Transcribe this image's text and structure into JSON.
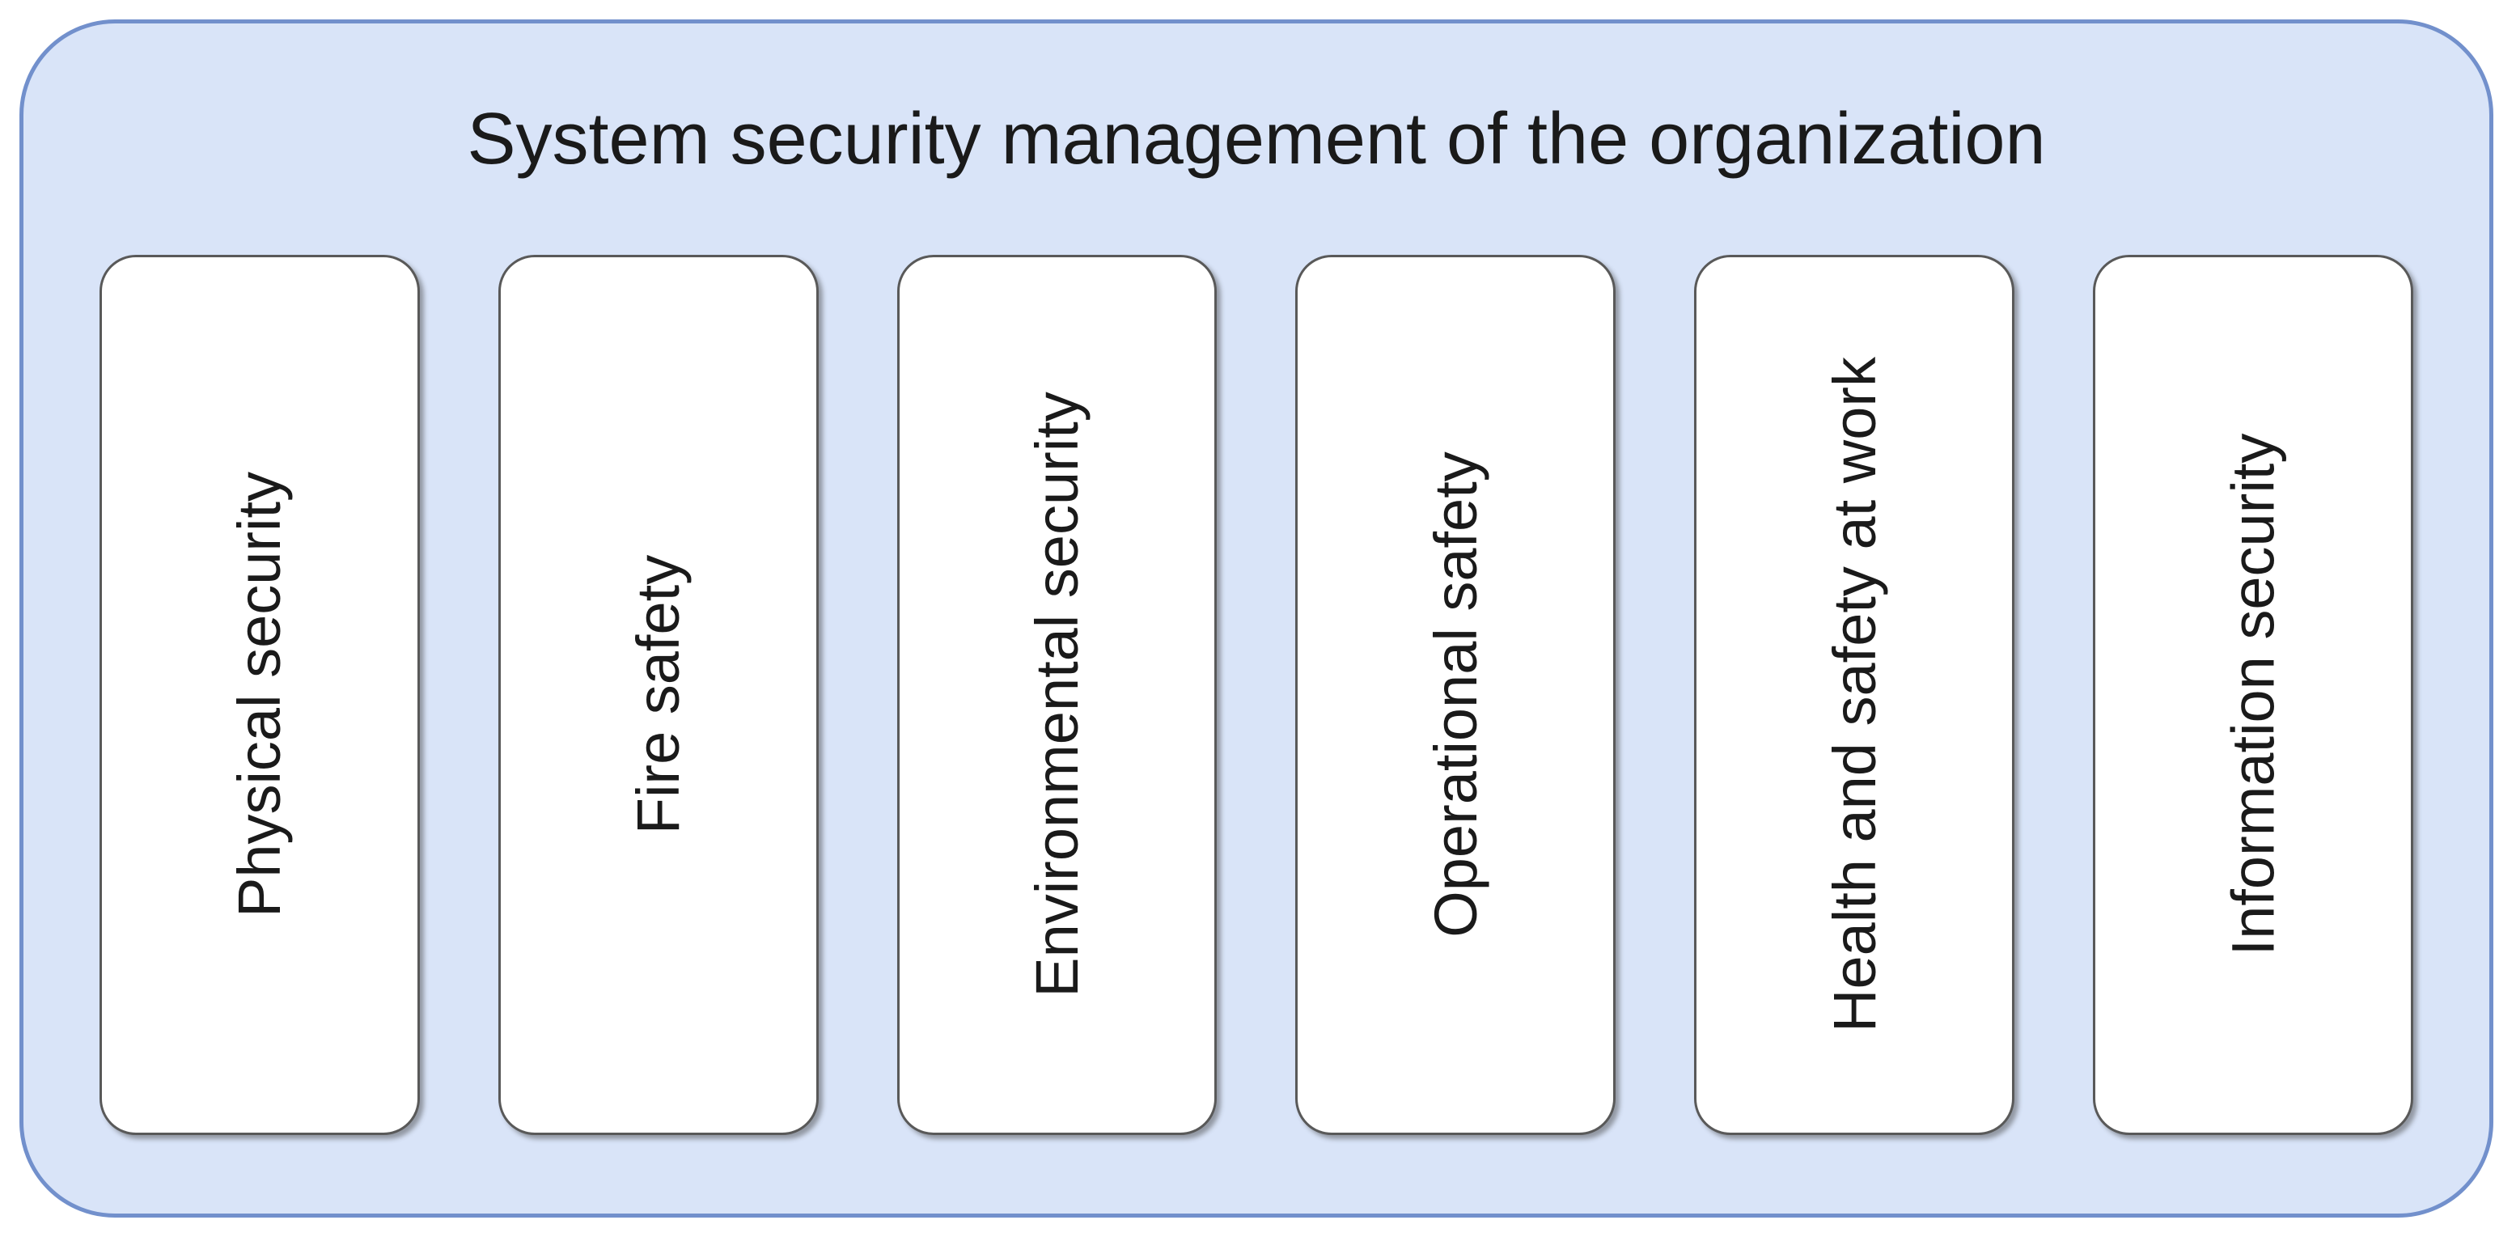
{
  "diagram": {
    "type": "grouped-block-diagram",
    "title": "System security management of the organization",
    "boxes": [
      {
        "label": "Physical security"
      },
      {
        "label": "Fire safety"
      },
      {
        "label": "Environmental security"
      },
      {
        "label": "Operational safety"
      },
      {
        "label": "Health and safety at work"
      },
      {
        "label": "Information security"
      }
    ],
    "label_orientation": "rotated-90-ccw",
    "colors": {
      "container_fill": "#d9e4f8",
      "container_border": "#7290cc",
      "box_fill": "#ffffff",
      "box_border": "#595959",
      "text": "#1a1a1a"
    }
  }
}
